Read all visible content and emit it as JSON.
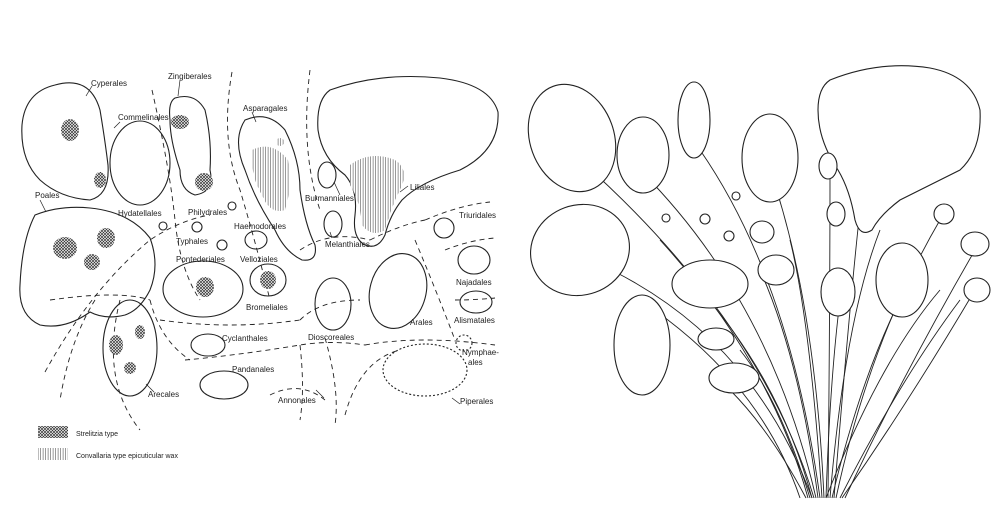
{
  "left_diagram": {
    "orders": [
      {
        "key": "cyperales",
        "label": "Cyperales"
      },
      {
        "key": "commelinales",
        "label": "Commelinales"
      },
      {
        "key": "zingiberales",
        "label": "Zingiberales"
      },
      {
        "key": "asparagales",
        "label": "Asparagales"
      },
      {
        "key": "poales",
        "label": "Poales"
      },
      {
        "key": "hydatellales",
        "label": "Hydatellales"
      },
      {
        "key": "philydrales",
        "label": "Philydrales"
      },
      {
        "key": "haemodorales",
        "label": "Haemodorales"
      },
      {
        "key": "typhales",
        "label": "Typhales"
      },
      {
        "key": "burmanniales",
        "label": "Burmanniales"
      },
      {
        "key": "liliales",
        "label": "Liliales"
      },
      {
        "key": "triuridales",
        "label": "Triuridales"
      },
      {
        "key": "melanthiales",
        "label": "Melanthiales"
      },
      {
        "key": "pontederiales",
        "label": "Pontederiales"
      },
      {
        "key": "velloziales",
        "label": "Velloziales"
      },
      {
        "key": "najadales",
        "label": "Najadales"
      },
      {
        "key": "bromeliales",
        "label": "Bromeliales"
      },
      {
        "key": "alismatales",
        "label": "Alismatales"
      },
      {
        "key": "arales",
        "label": "Arales"
      },
      {
        "key": "dioscoreales",
        "label": "Dioscoreales"
      },
      {
        "key": "cyclanthales",
        "label": "Cyclanthales"
      },
      {
        "key": "nymphaeales",
        "label": "Nymphae-\nales"
      },
      {
        "key": "pandanales",
        "label": "Pandanales"
      },
      {
        "key": "arecales",
        "label": "Arecales"
      },
      {
        "key": "annonales",
        "label": "Annonales"
      },
      {
        "key": "piperales",
        "label": "Piperales"
      }
    ],
    "legend": [
      {
        "key": "strelitzia",
        "label": "Strelitzia type"
      },
      {
        "key": "convallaria",
        "label": "Convallaria type   epicuticular wax"
      }
    ]
  }
}
